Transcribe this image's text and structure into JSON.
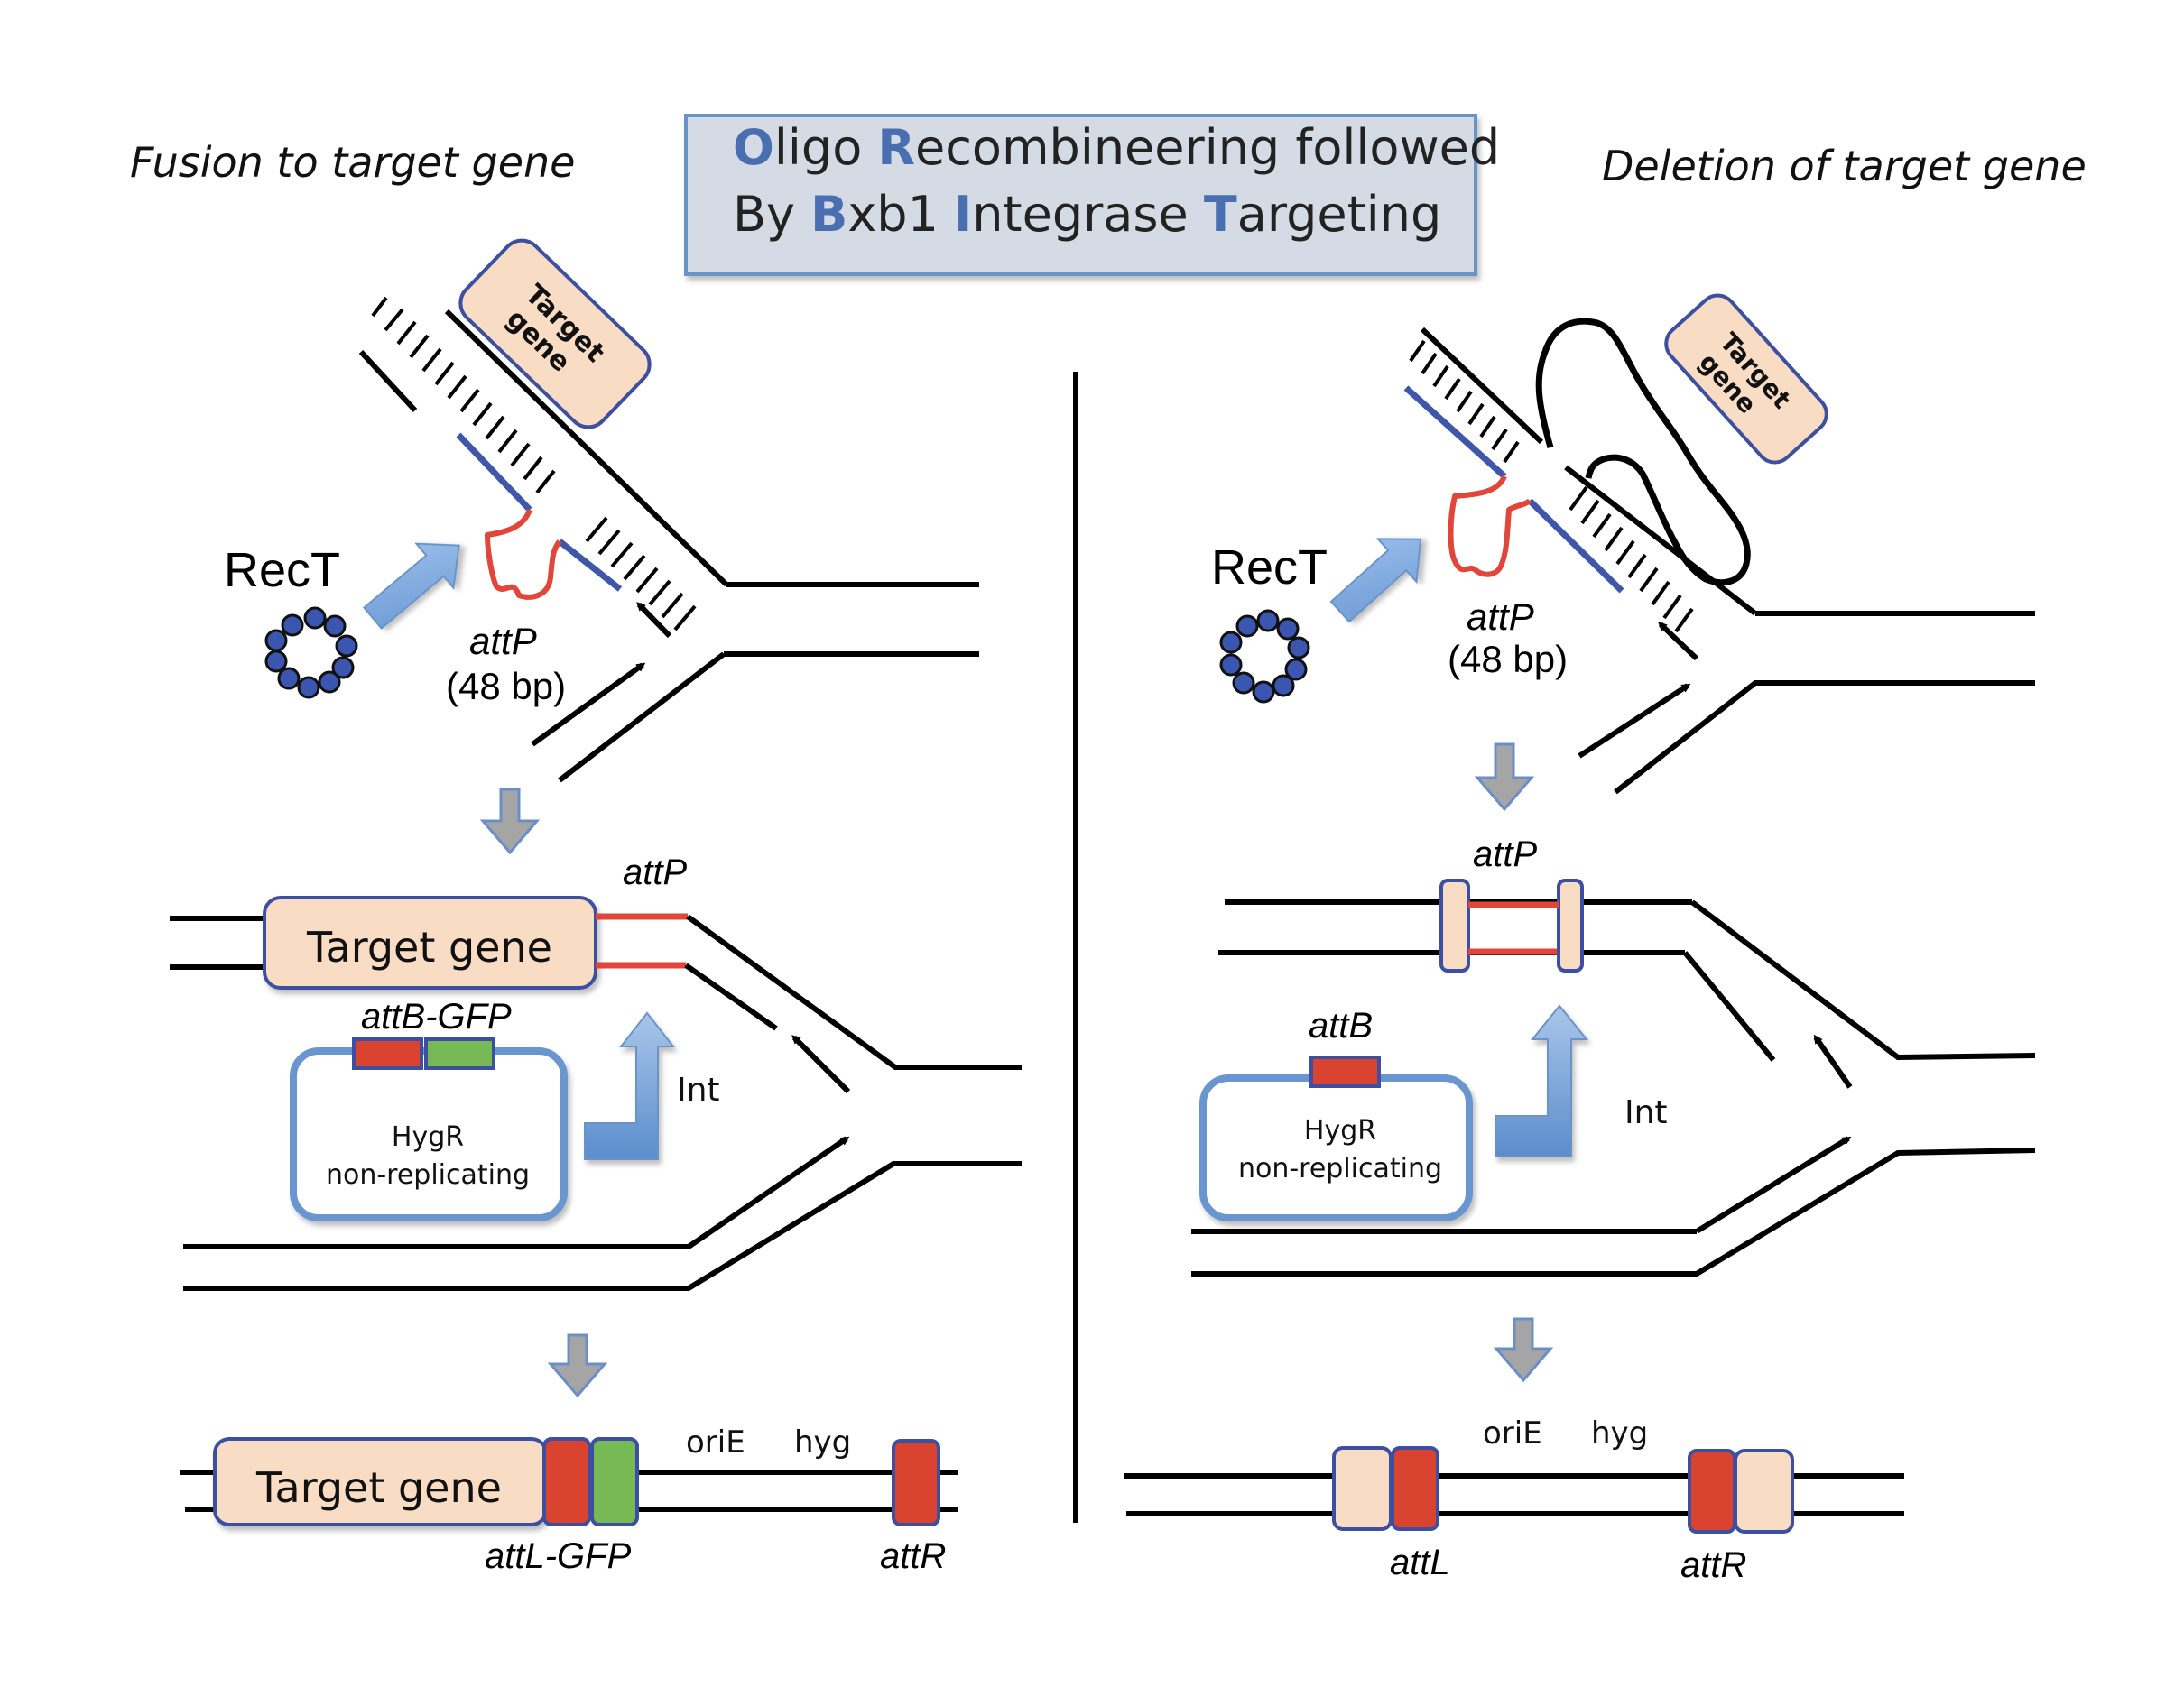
{
  "title": {
    "line1": [
      {
        "text": "O",
        "accent": true
      },
      {
        "text": "ligo ",
        "accent": false
      },
      {
        "text": "R",
        "accent": true
      },
      {
        "text": "ecombineering followed",
        "accent": false
      }
    ],
    "line2": [
      {
        "text": "By ",
        "accent": false
      },
      {
        "text": "B",
        "accent": true
      },
      {
        "text": "xb1 ",
        "accent": false
      },
      {
        "text": "I",
        "accent": true
      },
      {
        "text": "ntegrase ",
        "accent": false
      },
      {
        "text": "T",
        "accent": true
      },
      {
        "text": "argeting",
        "accent": false
      }
    ]
  },
  "colors": {
    "accent": "#4a6fb0",
    "title_bg": "#d5dbe4",
    "title_border": "#6a94c8",
    "gene_fill": "#f8dcc4",
    "attp_red": "#e0463a",
    "gfp_green": "#77b955",
    "oligo_blue": "#3f57a8",
    "arrow_blue": "#6a9bd6",
    "step_arrow_gray": "#a5a5a5"
  },
  "left": {
    "heading": "Fusion to target gene",
    "step1": {
      "gene_label_line1": "Target",
      "gene_label_line2": "gene",
      "protein_label": "RecT",
      "oligo_label": "attP",
      "oligo_size": "(48 bp)"
    },
    "step2": {
      "gene_label": "Target gene",
      "attp_label": "attP",
      "plasmid_site_label": "attB-GFP",
      "plasmid_line1": "HygR",
      "plasmid_line2": "non-replicating",
      "enzyme_label": "Int"
    },
    "step3": {
      "gene_label": "Target gene",
      "ori_label": "oriE",
      "hyg_label": "hyg",
      "attl_label": "attL-GFP",
      "attr_label": "attR"
    }
  },
  "right": {
    "heading": "Deletion of target gene",
    "step1": {
      "gene_label_line1": "Target",
      "gene_label_line2": "gene",
      "protein_label": "RecT",
      "oligo_label": "attP",
      "oligo_size": "(48 bp)"
    },
    "step2": {
      "attp_label": "attP",
      "plasmid_site_label": "attB",
      "plasmid_line1": "HygR",
      "plasmid_line2": "non-replicating",
      "enzyme_label": "Int"
    },
    "step3": {
      "ori_label": "oriE",
      "hyg_label": "hyg",
      "attl_label": "attL",
      "attr_label": "attR"
    }
  }
}
